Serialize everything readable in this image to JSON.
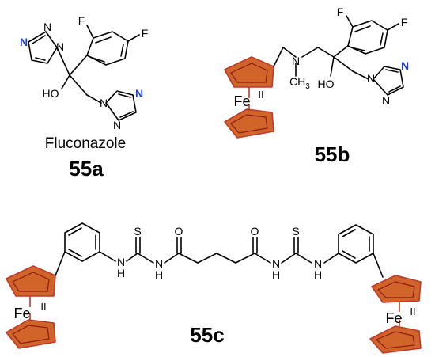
{
  "compounds": {
    "a": {
      "label": "55a",
      "name": "Fluconazole"
    },
    "b": {
      "label": "55b"
    },
    "c": {
      "label": "55c"
    }
  },
  "atoms": {
    "N": "N",
    "F": "F",
    "HO": "HO",
    "H": "H",
    "S": "S",
    "O": "O",
    "CH3": "CH",
    "CH3_sub": "3",
    "Fe": "Fe",
    "Fe_ox": "II"
  }
}
